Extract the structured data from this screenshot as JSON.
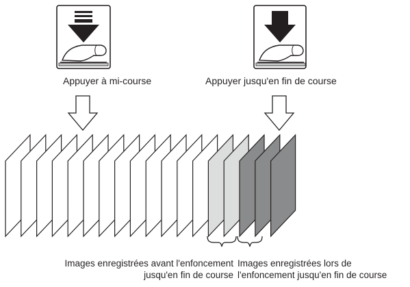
{
  "shutter_half": {
    "label": "Appuyer à mi-course",
    "icon": "shutter-half-press-icon"
  },
  "shutter_full": {
    "label": "Appuyer jusqu'en fin de course",
    "icon": "shutter-full-press-icon"
  },
  "frames": {
    "before_count": 13,
    "during_count": 5,
    "colors": {
      "before": "#ffffff",
      "during_light": "#dcdddd",
      "during_dark": "#8a8b8c",
      "outline": "#231f20"
    }
  },
  "captions": {
    "before": {
      "line1": "Images enregistrées avant l'enfoncement",
      "line2": "jusqu'en fin de course"
    },
    "during": {
      "line1": "Images enregistrées lors de",
      "line2": "l'enfoncement jusqu'en fin de course"
    }
  }
}
